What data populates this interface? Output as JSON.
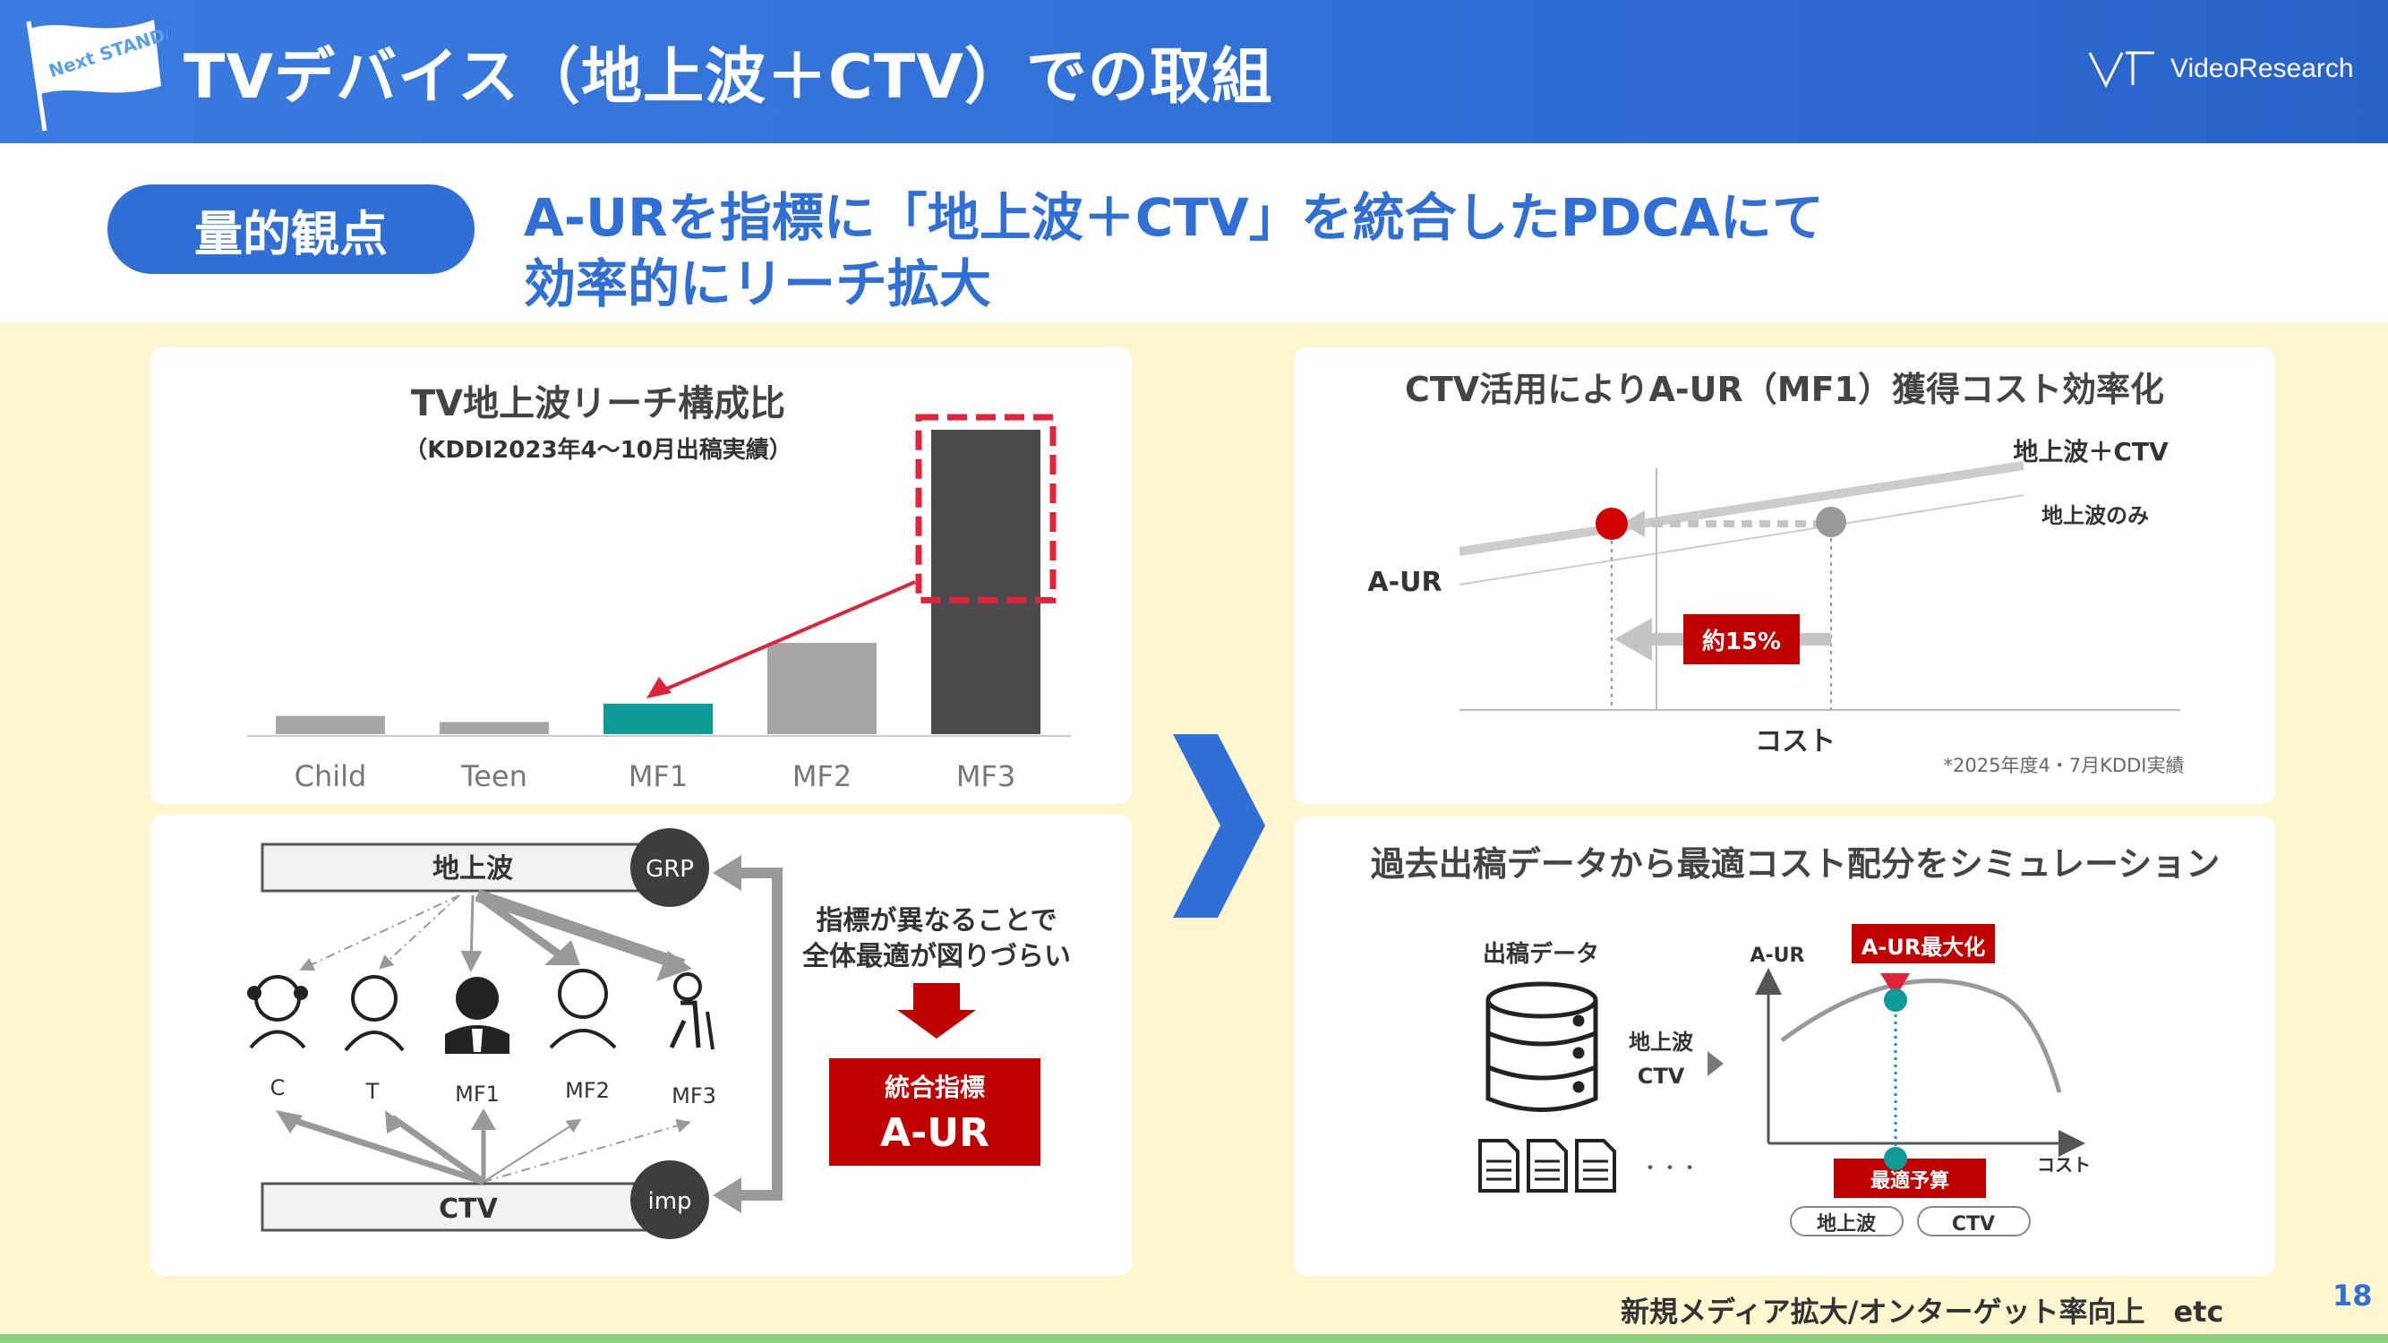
{
  "header": {
    "title": "TVデバイス（地上波＋CTV）での取組",
    "flag_text": "Next STANDARD",
    "brand": "VideoResearch"
  },
  "subheader": {
    "pill": "量的観点",
    "line1": "A-URを指標に「地上波＋CTV」を統合したPDCAにて",
    "line2": "効率的にリーチ拡大"
  },
  "panel_reach": {
    "title": "TV地上波リーチ構成比",
    "subtitle": "（KDDI2023年4～10月出稿実績）"
  },
  "chart_data": {
    "type": "bar",
    "categories": [
      "Child",
      "Teen",
      "MF1",
      "MF2",
      "MF3"
    ],
    "values": [
      6,
      4,
      10,
      30,
      100
    ],
    "title": "TV地上波リーチ構成比",
    "highlight": [
      "MF1",
      "MF3"
    ],
    "colors": [
      "#a6a6a6",
      "#a6a6a6",
      "#0e9a96",
      "#a6a6a6",
      "#4a4a4a"
    ]
  },
  "panel_flow": {
    "top_box": "地上波",
    "grp": "GRP",
    "bottom_box": "CTV",
    "imp": "imp",
    "targets": [
      "C",
      "T",
      "MF1",
      "MF2",
      "MF3"
    ],
    "note1": "指標が異なることで",
    "note2": "全体最適が図りづらい",
    "unified_label": "統合指標",
    "unified_value": "A-UR"
  },
  "panel_cost": {
    "title": "CTV活用によりA-UR（MF1）獲得コスト効率化",
    "line_combined": "地上波＋CTV",
    "line_terrestrial": "地上波のみ",
    "y_label": "A-UR",
    "x_label": "コスト",
    "badge": "約15%",
    "footnote": "*2025年度4・7月KDDI実績"
  },
  "panel_sim": {
    "title": "過去出稿データから最適コスト配分をシミュレーション",
    "data_label": "出稿データ",
    "input1": "地上波",
    "input2": "CTV",
    "dots": "・・・",
    "y_label": "A-UR",
    "x_label": "コスト",
    "max_label": "A-UR最大化",
    "budget_label": "最適予算",
    "chip1": "地上波",
    "chip2": "CTV"
  },
  "footer": {
    "text": "新規メディア拡大/オンターゲット率向上　etc",
    "page": "18"
  },
  "colors": {
    "brand_blue": "#2f6fd6",
    "accent_red": "#c00000",
    "teal": "#0e9a96",
    "panel_bg": "#ffffff",
    "page_bg": "#fdf6cf"
  }
}
